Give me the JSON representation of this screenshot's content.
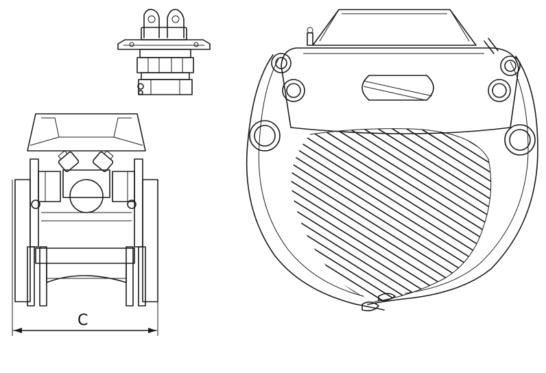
{
  "drawing": {
    "line_color": "#1a1a1a",
    "background": "#ffffff",
    "views": [
      "rotator-top-view",
      "grapple-front-view",
      "grapple-side-view"
    ],
    "dimension_label": "C"
  }
}
